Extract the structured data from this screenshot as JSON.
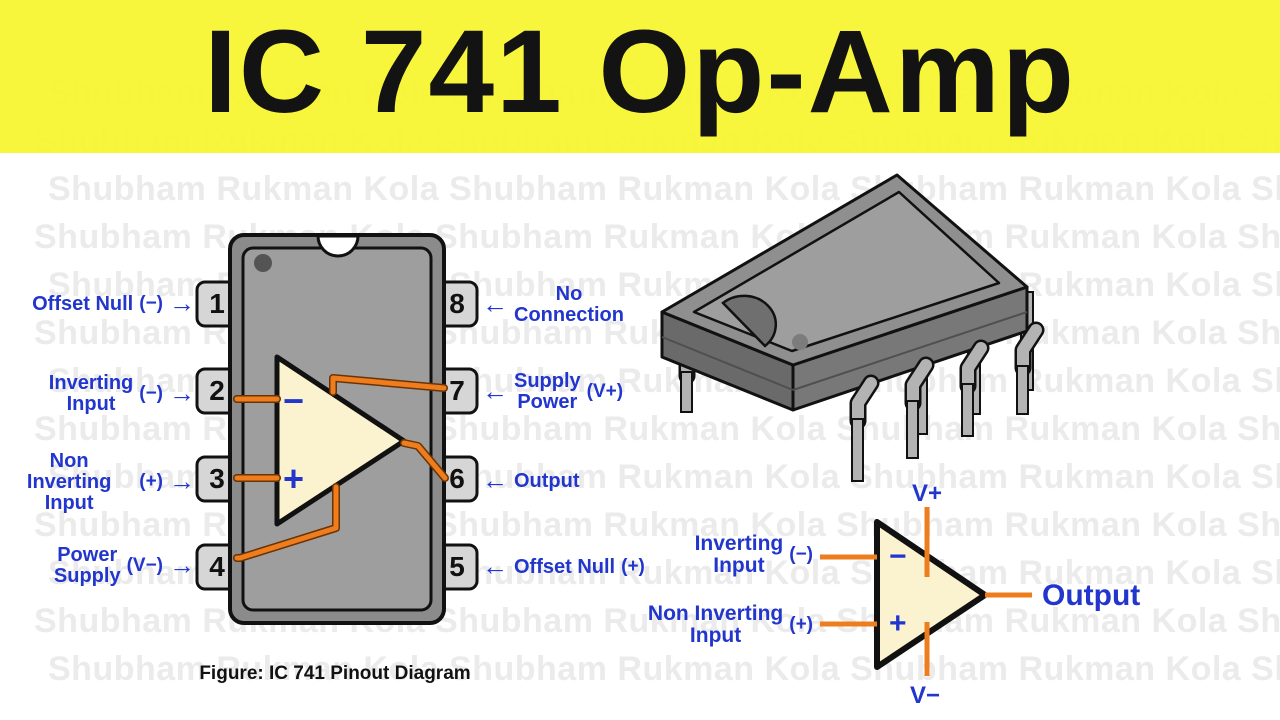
{
  "banner": {
    "title": "IC 741 Op-Amp",
    "bg_color": "#f6f52d"
  },
  "watermark": {
    "text": "Shubham Rukman Kola"
  },
  "colors": {
    "label_blue": "#2236cd",
    "wire_orange": "#ee7d1d",
    "ic_body_gray": "#9e9e9e",
    "triangle_cream": "#fbf2cf"
  },
  "pinout": {
    "caption": "Figure: IC 741 Pinout Diagram",
    "arrow_right": "→",
    "arrow_left": "←",
    "minus_sign": "−",
    "plus_sign": "+",
    "pins_left": [
      {
        "number": "1",
        "line1": "Offset Null",
        "line2": "",
        "paren": "(−)"
      },
      {
        "number": "2",
        "line1": "Inverting",
        "line2": "Input",
        "paren": "(−)"
      },
      {
        "number": "3",
        "line1": "Non Inverting",
        "line2": "Input",
        "paren": "(+)"
      },
      {
        "number": "4",
        "line1": "Power",
        "line2": "Supply",
        "paren": "(V−)"
      }
    ],
    "pins_right": [
      {
        "number": "8",
        "line1": "No",
        "line2": "Connection",
        "paren": ""
      },
      {
        "number": "7",
        "line1": "Supply",
        "line2": "Power",
        "paren": "(V+)"
      },
      {
        "number": "6",
        "line1": "Output",
        "line2": "",
        "paren": ""
      },
      {
        "number": "5",
        "line1": "Offset Null",
        "line2": "",
        "paren": "(+)"
      }
    ]
  },
  "opamp_symbol": {
    "v_plus": "V+",
    "v_minus": "V−",
    "output": "Output",
    "minus_sign": "−",
    "plus_sign": "+",
    "inverting_line1": "Inverting",
    "inverting_line2": "Input",
    "inverting_paren": "(−)",
    "noninverting_line1": "Non Inverting",
    "noninverting_line2": "Input",
    "noninverting_paren": "(+)"
  }
}
